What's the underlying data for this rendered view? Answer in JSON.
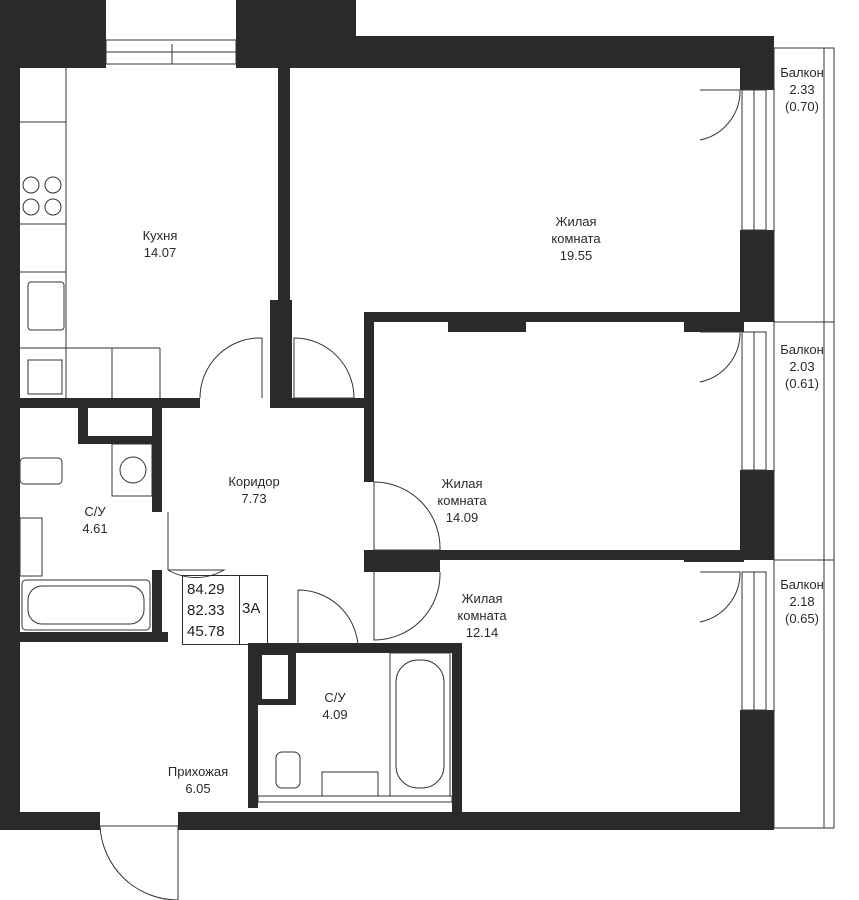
{
  "rooms": {
    "kitchen": {
      "name": "Кухня",
      "area": "14.07"
    },
    "living1": {
      "name_line1": "Жилая",
      "name_line2": "комната",
      "area": "19.55"
    },
    "living2": {
      "name_line1": "Жилая",
      "name_line2": "комната",
      "area": "14.09"
    },
    "living3": {
      "name_line1": "Жилая",
      "name_line2": "комната",
      "area": "12.14"
    },
    "corridor": {
      "name": "Коридор",
      "area": "7.73"
    },
    "bath1": {
      "name": "С/У",
      "area": "4.61"
    },
    "bath2": {
      "name": "С/У",
      "area": "4.09"
    },
    "hall": {
      "name": "Прихожая",
      "area": "6.05"
    }
  },
  "balconies": [
    {
      "name": "Балкон",
      "area": "2.33",
      "reduced": "(0.70)"
    },
    {
      "name": "Балкон",
      "area": "2.03",
      "reduced": "(0.61)"
    },
    {
      "name": "Балкон",
      "area": "2.18",
      "reduced": "(0.65)"
    }
  ],
  "summary": {
    "total": "84.29",
    "without_balconies": "82.33",
    "living": "45.78",
    "code": "3А"
  },
  "colors": {
    "wall": "#2a2a2a",
    "background": "#ffffff",
    "line": "#333333"
  }
}
